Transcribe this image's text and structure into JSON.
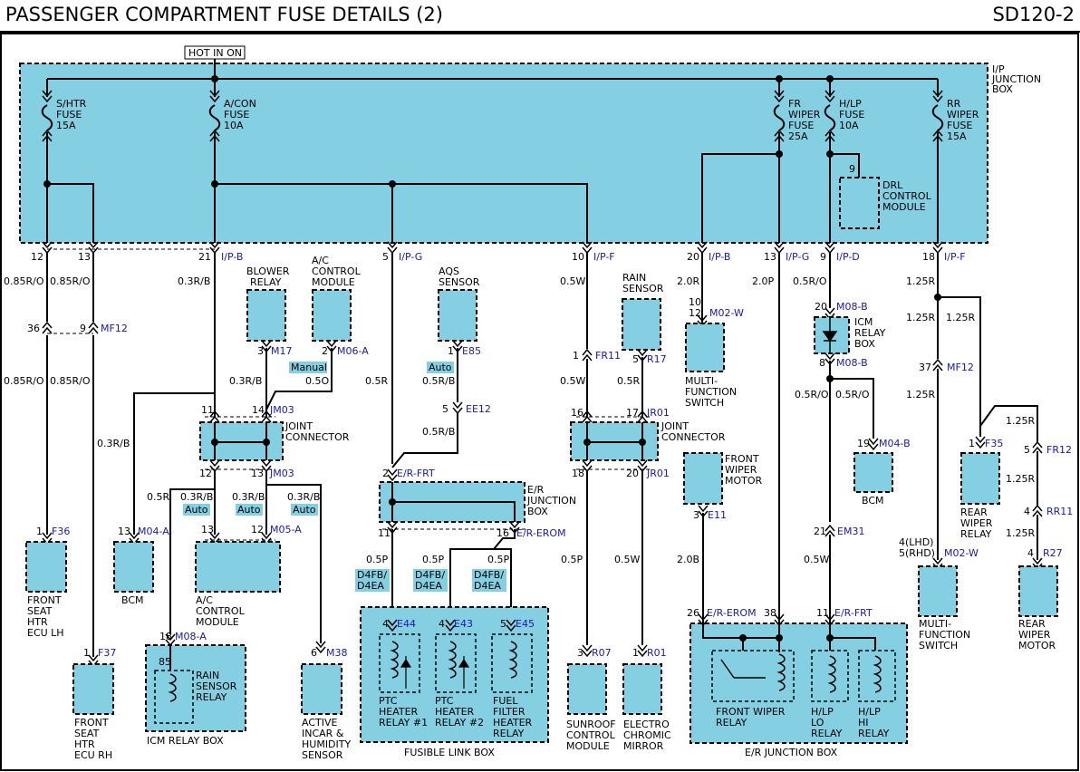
{
  "header": {
    "title": "PASSENGER COMPARTMENT FUSE DETAILS (2)",
    "code": "SD120-2"
  },
  "hot": "HOT IN ON",
  "ipjb": [
    "I/P",
    "JUNCTION",
    "BOX"
  ],
  "fuses": [
    {
      "id": "shtr",
      "lines": [
        "S/HTR",
        "FUSE",
        "15A"
      ]
    },
    {
      "id": "acon",
      "lines": [
        "A/CON",
        "FUSE",
        "10A"
      ]
    },
    {
      "id": "frwiper",
      "lines": [
        "FR",
        "WIPER",
        "FUSE",
        "25A"
      ]
    },
    {
      "id": "hlp",
      "lines": [
        "H/LP",
        "FUSE",
        "10A"
      ]
    },
    {
      "id": "rrwiper",
      "lines": [
        "RR",
        "WIPER",
        "FUSE",
        "15A"
      ]
    }
  ],
  "drl": [
    "DRL",
    "CONTROL",
    "MODULE"
  ],
  "drl_pin": "9",
  "bottom_pins": [
    {
      "pin": "12",
      "conn": ""
    },
    {
      "pin": "13",
      "conn": ""
    },
    {
      "pin": "21",
      "conn": "I/P-B"
    },
    {
      "pin": "5",
      "conn": "I/P-G"
    },
    {
      "pin": "10",
      "conn": "I/P-F"
    },
    {
      "pin": "20",
      "conn": "I/P-B"
    },
    {
      "pin": "13",
      "conn": "I/P-G"
    },
    {
      "pin": "9",
      "conn": "I/P-D"
    },
    {
      "pin": "18",
      "conn": "I/P-F"
    }
  ],
  "wires": {
    "w1": "0.85R/O",
    "w2": "0.85R/O",
    "w3": "0.85R/O",
    "w4": "0.85R/O",
    "w5": "0.3R/B",
    "w6": "0.3R/B",
    "w7": "0.5O",
    "w8": "0.5R",
    "w9": "0.5R/B",
    "w10": "0.5R/B",
    "w11": "0.5W",
    "w12": "0.5W",
    "w13": "0.5R",
    "w14": "2.0R",
    "w15": "2.0P",
    "w16": "0.5R/O",
    "w17": "0.5R/O",
    "w18": "0.5R/O",
    "w19": "1.25R",
    "w20": "1.25R",
    "w21": "1.25R",
    "w22": "1.25R",
    "w23": "1.25R",
    "w24": "1.25R",
    "w25": "1.25R",
    "w26": "0.3R/B",
    "w27": "0.5R",
    "w28": "0.3R/B",
    "w29": "0.3R/B",
    "w30": "0.3R/B",
    "w31": "0.5P",
    "w32": "0.5P",
    "w33": "0.5P",
    "w34": "0.5P",
    "w35": "0.5W",
    "w36": "2.0B",
    "w37": "0.5W"
  },
  "connectors": {
    "mf12a": "MF12",
    "mf12b": "MF12",
    "m17": "M17",
    "m06a": "M06-A",
    "e85": "E85",
    "ee12": "EE12",
    "jm03a": "JM03",
    "jm03b": "JM03",
    "fr11": "FR11",
    "r17": "R17",
    "jr01a": "JR01",
    "jr01b": "JR01",
    "m02wa": "M02-W",
    "m08b1": "M08-B",
    "m08b2": "M08-B",
    "m04b": "M04-B",
    "f35": "F35",
    "fr12": "FR12",
    "rr11": "RR11",
    "r27": "R27",
    "m02wb": "M02-W",
    "f36": "F36",
    "f37": "F37",
    "m04a": "M04-A",
    "m05a": "M05-A",
    "m08a": "M08-A",
    "m38": "M38",
    "erfrt1": "E/R-FRT",
    "erfrt2": "E/R-FRT",
    "erom1": "E/R-EROM",
    "erom2": "E/R-EROM",
    "e44": "E44",
    "e43": "E43",
    "e45": "E45",
    "r07": "R07",
    "r01": "R01",
    "e11": "E11",
    "em31": "EM31"
  },
  "pins": {
    "p36": "36",
    "p9a": "9",
    "p3a": "3",
    "p2a": "2",
    "p1a": "1",
    "p5a": "5",
    "p11a": "11",
    "p14a": "14",
    "p12a": "12",
    "p13a": "13",
    "p1b": "1",
    "p5b": "5",
    "p16a": "16",
    "p17a": "17",
    "p18a": "18",
    "p20a": "20",
    "p10a": "10",
    "p12b": "12",
    "p20b": "20",
    "p8a": "8",
    "p19a": "19",
    "p37a": "37",
    "p1c": "1",
    "p5c": "5",
    "p4a": "4",
    "p4b": "4",
    "p4lhd": "4(LHD)",
    "p5rhd": "5(RHD)",
    "p1d": "1",
    "p1e": "1",
    "p13b": "13",
    "p13c": "13",
    "p12c": "12",
    "p18b": "18",
    "p85": "85",
    "p6a": "6",
    "p2b": "2",
    "p16b": "16",
    "p11b": "11",
    "p4c": "4",
    "p4d": "4",
    "p5d": "5",
    "p3b": "3",
    "p1f": "1",
    "p3c": "3",
    "p26a": "26",
    "p38a": "38",
    "p11c": "11",
    "p21a": "21"
  },
  "tags": {
    "manual": "Manual",
    "auto1": "Auto",
    "auto2": "Auto",
    "auto3": "Auto",
    "auto4": "Auto"
  },
  "tags2": [
    [
      "D4FB/",
      "D4EA"
    ],
    [
      "D4FB/",
      "D4EA"
    ],
    [
      "D4FB/",
      "D4EA"
    ]
  ],
  "components": {
    "blower": [
      "BLOWER",
      "RELAY"
    ],
    "acm": [
      "A/C",
      "CONTROL",
      "MODULE"
    ],
    "aqs": [
      "AQS",
      "SENSOR"
    ],
    "rain": [
      "RAIN",
      "SENSOR"
    ],
    "mfs1": [
      "MULTI-",
      "FUNCTION",
      "SWITCH"
    ],
    "icm": [
      "ICM",
      "RELAY",
      "BOX"
    ],
    "joint1": [
      "JOINT",
      "CONNECTOR"
    ],
    "joint2": [
      "JOINT",
      "CONNECTOR"
    ],
    "erjb": [
      "E/R",
      "JUNCTION",
      "BOX"
    ],
    "frmotor": [
      "FRONT",
      "WIPER",
      "MOTOR"
    ],
    "bcm1": [
      "BCM"
    ],
    "bcm2": [
      "BCM"
    ],
    "rwr": [
      "REAR",
      "WIPER",
      "RELAY"
    ],
    "mfs2": [
      "MULTI-",
      "FUNCTION",
      "SWITCH"
    ],
    "rwm": [
      "REAR",
      "WIPER",
      "MOTOR"
    ],
    "fshlh": [
      "FRONT",
      "SEAT",
      "HTR",
      "ECU LH"
    ],
    "fshrh": [
      "FRONT",
      "SEAT",
      "HTR",
      "ECU RH"
    ],
    "acm2": [
      "A/C",
      "CONTROL",
      "MODULE"
    ],
    "rsr": [
      "RAIN",
      "SENSOR",
      "RELAY"
    ],
    "icmbox": [
      "ICM RELAY BOX"
    ],
    "aihs": [
      "ACTIVE",
      "INCAR &",
      "HUMIDITY",
      "SENSOR"
    ],
    "ptc1": [
      "PTC",
      "HEATER",
      "RELAY #1"
    ],
    "ptc2": [
      "PTC",
      "HEATER",
      "RELAY #2"
    ],
    "ffh": [
      "FUEL",
      "FILTER",
      "HEATER",
      "RELAY"
    ],
    "flb": [
      "FUSIBLE LINK BOX"
    ],
    "scm": [
      "SUNROOF",
      "CONTROL",
      "MODULE"
    ],
    "ecm": [
      "ELECTRO",
      "CHROMIC",
      "MIRROR"
    ],
    "fwr": [
      "FRONT WIPER",
      "RELAY"
    ],
    "hlplo": [
      "H/LP",
      "LO",
      "RELAY"
    ],
    "hlphi": [
      "H/LP",
      "HI",
      "RELAY"
    ],
    "erjb2": [
      "E/R JUNCTION BOX"
    ]
  }
}
